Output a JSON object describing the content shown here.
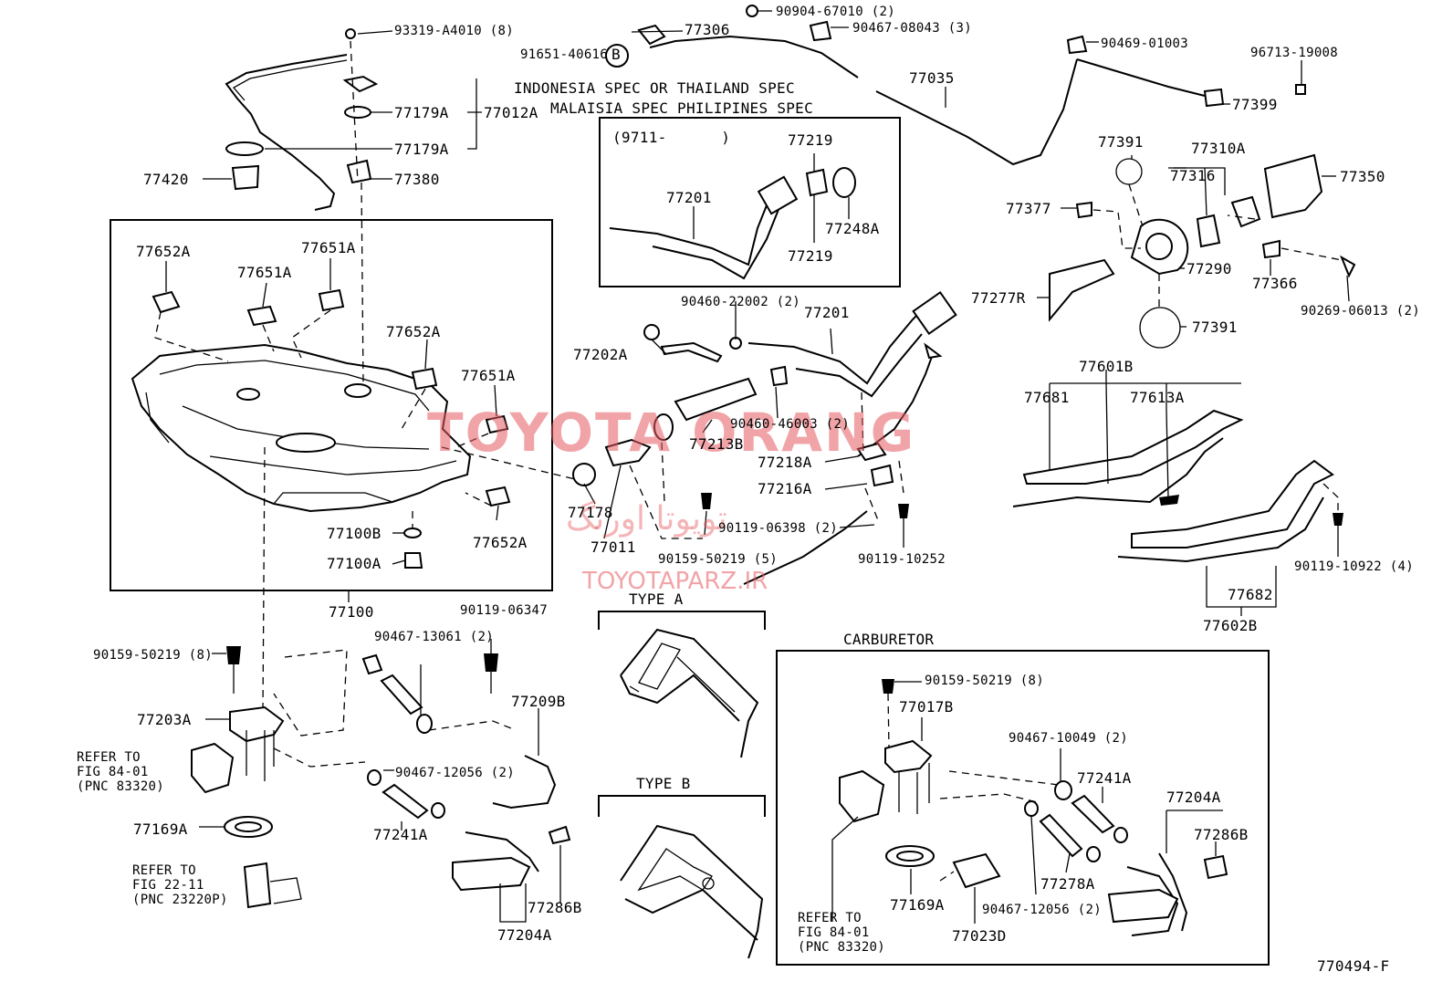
{
  "header": {
    "spec_line1": "INDONESIA SPEC OR THAILAND SPEC",
    "spec_line2": "MALAISIA SPEC PHILIPINES SPEC",
    "date_range": "(9711-      )",
    "carburetor": "CARBURETOR",
    "type_a": "TYPE A",
    "type_b": "TYPE B",
    "figure_code": "770494-F"
  },
  "watermark": {
    "main": "TOYOTA ORANG",
    "persian": "تویوتا اورنگ",
    "site": "TOYOTAPARZ.IR"
  },
  "notes": {
    "refer_84_left": "REFER TO\nFIG 84-01\n(PNC 83320)",
    "refer_22": "REFER TO\nFIG 22-11\n(PNC 23220P)",
    "refer_84_right": "REFER TO\nFIG 84-01\n(PNC 83320)"
  },
  "labels": {
    "l93319": "93319-A4010 (8)",
    "l77179a_1": "77179A",
    "l77012a": "77012A",
    "l77179a_2": "77179A",
    "l77420": "77420",
    "l77380": "77380",
    "l77652a_1": "77652A",
    "l77651a_1": "77651A",
    "l77651a_2": "77651A",
    "l77652a_2": "77652A",
    "l77651a_3": "77651A",
    "l77100b": "77100B",
    "l77100a": "77100A",
    "l77652a_3": "77652A",
    "l77100": "77100",
    "l90904": "90904-67010 (2)",
    "l90467_08043": "90467-08043 (3)",
    "l77306": "77306",
    "l91651": "91651-40616",
    "l_b": "B",
    "l90469": "90469-01003",
    "l96713": "96713-19008",
    "l77035": "77035",
    "l77399": "77399",
    "l77219_1": "77219",
    "l77201_1": "77201",
    "l77248a": "77248A",
    "l77219_2": "77219",
    "l77391_1": "77391",
    "l77310a": "77310A",
    "l77316": "77316",
    "l77350": "77350",
    "l77377": "77377",
    "l77290": "77290",
    "l77366": "77366",
    "l77277r": "77277R",
    "l77391_2": "77391",
    "l90269": "90269-06013 (2)",
    "l90460_22002": "90460-22002 (2)",
    "l77201_2": "77201",
    "l77202a": "77202A",
    "l90460_46003": "90460-46003 (2)",
    "l77213b": "77213B",
    "l77218a": "77218A",
    "l77216a": "77216A",
    "l77178": "77178",
    "l77011": "77011",
    "l90159_50219_5": "90159-50219 (5)",
    "l90119_06398": "90119-06398 (2)",
    "l90119_10252": "90119-10252",
    "l77601b": "77601B",
    "l77681": "77681",
    "l77613a": "77613A",
    "l90119_10922": "90119-10922 (4)",
    "l77682": "77682",
    "l77602b": "77602B",
    "l90159_50219_8a": "90159-50219 (8)",
    "l90467_13061": "90467-13061 (2)",
    "l90119_06347": "90119-06347",
    "l77209b": "77209B",
    "l77203a": "77203A",
    "l90467_12056_1": "90467-12056 (2)",
    "l77241a_1": "77241A",
    "l77169a_1": "77169A",
    "l77286b_1": "77286B",
    "l77204a_1": "77204A",
    "l90159_50219_8b": "90159-50219 (8)",
    "l77017b": "77017B",
    "l90467_10049": "90467-10049 (2)",
    "l77241a_2": "77241A",
    "l77204a_2": "77204A",
    "l77286b_2": "77286B",
    "l77278a": "77278A",
    "l77169a_2": "77169A",
    "l90467_12056_2": "90467-12056 (2)",
    "l77023d": "77023D"
  }
}
